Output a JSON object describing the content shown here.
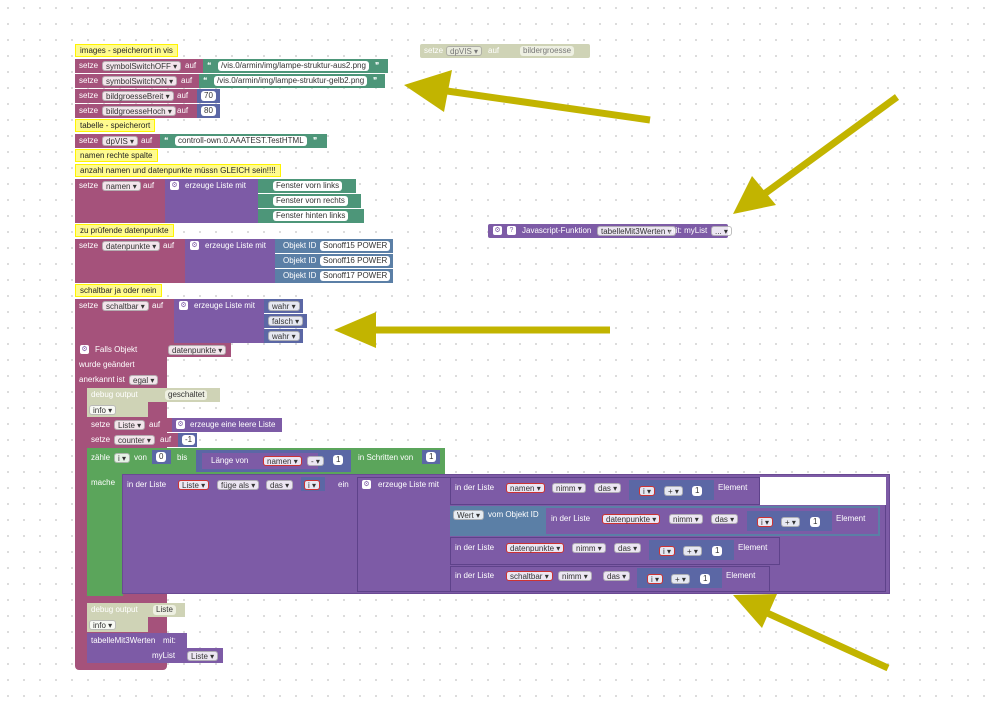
{
  "arrow_color": "#c2b400",
  "colors": {
    "variables": "#a5527b",
    "text": "#4d9679",
    "lists": "#7d5ba6",
    "logic": "#5b67a5",
    "loops": "#5ba55b",
    "comment": "#fffb8f"
  },
  "blocks": {
    "c_images": "images - speicherort in vis",
    "setze": "setze",
    "auf": "auf",
    "v_symOff": "symbolSwitchOFF",
    "s_symOff": "/vis.0/armin/img/lampe-struktur-aus2.png",
    "v_symOn": "symbolSwitchON",
    "s_symOn": "/vis.0/armin/img/lampe-struktur-gelb2.png",
    "v_breit": "bildgroesseBreit",
    "n_breit": "70",
    "v_hoch": "bildgroesseHoch",
    "n_hoch": "80",
    "c_tabelle": "tabelle - speicherort",
    "v_dpvis": "dpVIS",
    "s_dpvis": "controll-own.0.AAATEST.TestHTML",
    "c_namen": "namen rechte spalte",
    "c_anzahl": "anzahl namen und datenpunkte müssn GLEICH sein!!!!",
    "v_namen": "namen",
    "erzeuge_liste_mit": "erzeuge Liste mit",
    "s_n1": "Fenster vorn links",
    "s_n2": "Fenster vorn rechts",
    "s_n3": "Fenster hinten links",
    "c_dp": "zu prüfende datenpunkte",
    "v_dp": "datenpunkte",
    "objekt_id": "Objekt ID",
    "o1": "Sonoff15 POWER",
    "o2": "Sonoff16 POWER",
    "o3": "Sonoff17 POWER",
    "c_schalt": "schaltbar ja oder nein",
    "v_schalt": "schaltbar",
    "b1": "wahr",
    "b2": "falsch",
    "b3": "wahr",
    "falls_objekt": "Falls Objekt",
    "wurde": "wurde geändert",
    "anerkannt": "anerkannt ist",
    "egal": "egal",
    "debug_output": "debug output",
    "geschaltet": "geschaltet",
    "info": "info",
    "v_liste": "Liste",
    "erzeuge_leere": "erzeuge eine leere Liste",
    "v_counter": "counter",
    "n_minus1": "-1",
    "zaehle": "zähle",
    "v_i": "i",
    "von": "von",
    "n_0": "0",
    "bis": "bis",
    "laenge_von": "Länge von",
    "minus": "-",
    "n_1": "1",
    "in_schritten": "in Schritten von",
    "mache": "mache",
    "in_der_liste": "in der Liste",
    "fuege_als": "füge als",
    "das": "das",
    "ein": "ein",
    "nimm": "nimm",
    "element": "Element",
    "plus": "+",
    "wert": "Wert",
    "vom_objekt_id": "vom Objekt ID",
    "tabelle_fn": "tabelleMit3Werten",
    "mit": "mit:",
    "mylist": "myList",
    "js_fn": "Javascript-Funktion",
    "js_mit": "mit: myList",
    "ellipsis": "...",
    "g_setze": "setze",
    "g_dpvis": "dpVIS",
    "g_auf": "auf",
    "g_bild": "bildergroesse"
  }
}
